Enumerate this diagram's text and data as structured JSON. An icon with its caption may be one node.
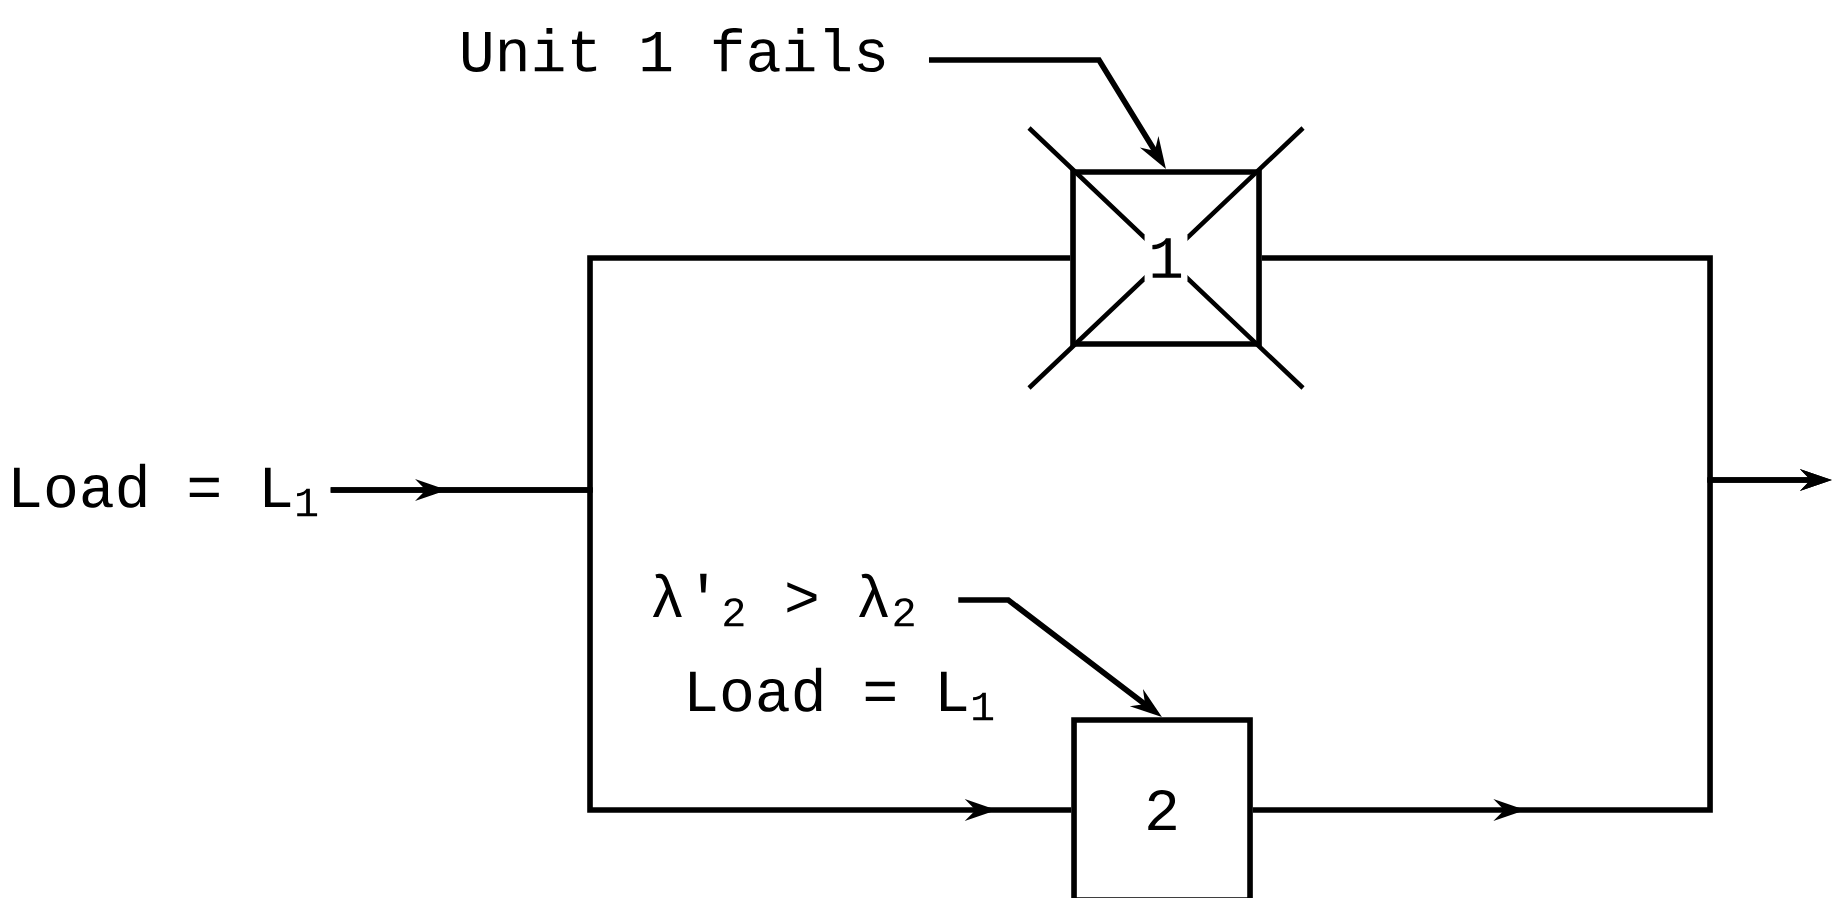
{
  "diagram": {
    "nodes": [
      {
        "text": [
          "Load = L$_{1}$"
        ]
      },
      {
        "text": [
          "Unit 1 fails"
        ]
      },
      {
        "text": [
          "1"
        ]
      },
      {
        "text": [
          "λ'$_{2}$ > λ$_{2}$"
        ]
      },
      {
        "text": [
          "2"
        ]
      }
    ],
    "edges": [
      {
        "from": 0,
        "to": 2,
        "arrow": "to"
      },
      {
        "from": 0,
        "to": 4,
        "arrow": "to",
        "label": "Load = L$_{1}$"
      },
      {
        "from": 2,
        "to": null,
        "arrow": "to"
      },
      {
        "from": 4,
        "to": null,
        "arrow": "to"
      },
      {
        "from": 1,
        "to": 2,
        "arrow": "to"
      },
      {
        "from": 3,
        "to": 4,
        "arrow": "to"
      }
    ]
  }
}
